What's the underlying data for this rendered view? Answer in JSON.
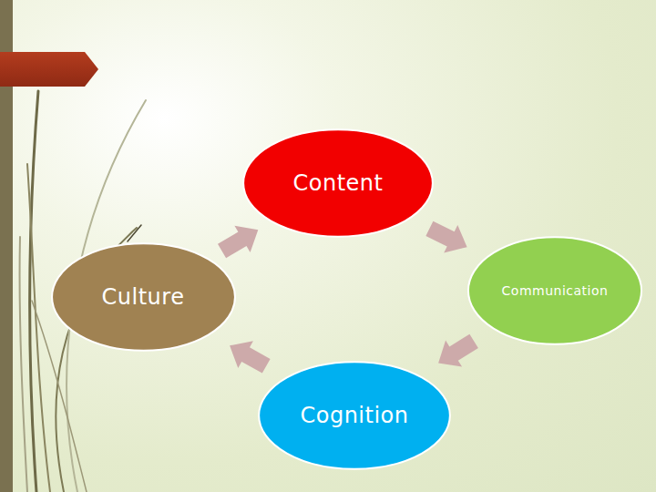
{
  "diagram": {
    "nodes": [
      {
        "text": [
          "Content"
        ]
      },
      {
        "text": [
          "Communication"
        ]
      },
      {
        "text": [
          "Cognition"
        ]
      },
      {
        "text": [
          "Culture"
        ]
      }
    ],
    "edges": [
      {
        "from": 0,
        "to": 1,
        "arrow": "to"
      },
      {
        "from": 1,
        "to": 2,
        "arrow": "to"
      },
      {
        "from": 2,
        "to": 3,
        "arrow": "to"
      },
      {
        "from": 3,
        "to": 0,
        "arrow": "to"
      }
    ]
  }
}
